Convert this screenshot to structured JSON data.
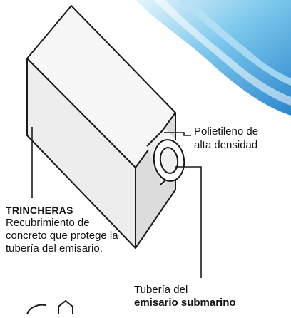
{
  "labels": {
    "polietileno": [
      "Polietileno de",
      "alta densidad"
    ],
    "trincheras_title": "TRINCHERAS",
    "trincheras_desc": [
      "Recubrimiento de",
      "concreto que protege la",
      "tubería del emisario."
    ],
    "tuberia_line1": "Tubería del",
    "tuberia_line2": "emisario submarino"
  },
  "colors": {
    "outline": "#1a1a1a",
    "box_face": "#f2f2f2",
    "box_shadow": "#d8d8d8",
    "water_light": "#cfe9f7",
    "water_mid": "#6fc0e8",
    "water_dark": "#2f8fd0"
  }
}
